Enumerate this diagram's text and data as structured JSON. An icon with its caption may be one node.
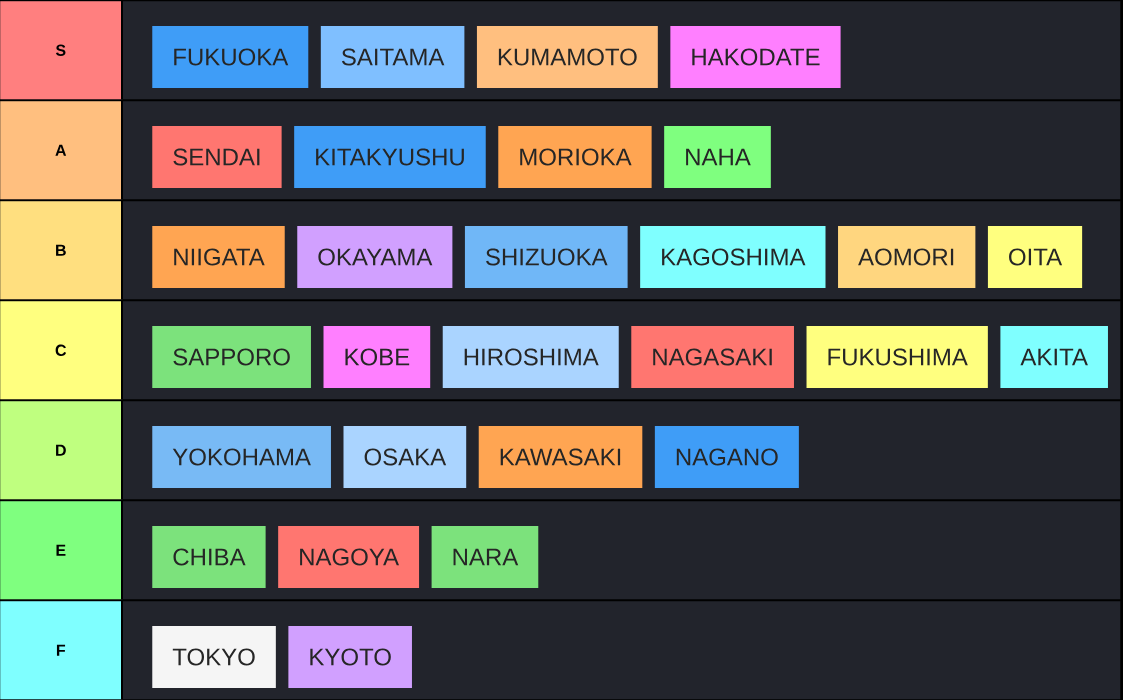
{
  "diagram": {
    "nodes": [
      {
        "text": [
          "S"
        ]
      },
      {
        "text": [
          "FUKUOKA"
        ],
        "in": 0
      },
      {
        "text": [
          "SAITAMA"
        ],
        "in": 0
      },
      {
        "text": [
          "KUMAMOTO"
        ],
        "in": 0
      },
      {
        "text": [
          "HAKODATE"
        ],
        "in": 0
      },
      {
        "text": [
          "A"
        ]
      },
      {
        "text": [
          "SENDAI"
        ],
        "in": 5
      },
      {
        "text": [
          "KITAKYUSHU"
        ],
        "in": 5
      },
      {
        "text": [
          "MORIOKA"
        ],
        "in": 5
      },
      {
        "text": [
          "NAHA"
        ],
        "in": 5
      },
      {
        "text": [
          "B"
        ]
      },
      {
        "text": [
          "NIIGATA"
        ],
        "in": 10
      },
      {
        "text": [
          "OKAYAMA"
        ],
        "in": 10
      },
      {
        "text": [
          "SHIZUOKA"
        ],
        "in": 10
      },
      {
        "text": [
          "KAGOSHIMA"
        ],
        "in": 10
      },
      {
        "text": [
          "AOMORI"
        ],
        "in": 10
      },
      {
        "text": [
          "OITA"
        ],
        "in": 10
      },
      {
        "text": [
          "C"
        ]
      },
      {
        "text": [
          "SAPPORO"
        ],
        "in": 17
      },
      {
        "text": [
          "KOBE"
        ],
        "in": 17
      },
      {
        "text": [
          "HIROSHIMA"
        ],
        "in": 17
      },
      {
        "text": [
          "NAGASAKI"
        ],
        "in": 17
      },
      {
        "text": [
          "FUKUSHIMA"
        ],
        "in": 17
      },
      {
        "text": [
          "AKITA"
        ],
        "in": 17
      },
      {
        "text": [
          "D"
        ]
      },
      {
        "text": [
          "YOKOHAMA"
        ],
        "in": 24
      },
      {
        "text": [
          "OSAKA"
        ],
        "in": 24
      },
      {
        "text": [
          "KAWASAKI"
        ],
        "in": 24
      },
      {
        "text": [
          "NAGANO"
        ],
        "in": 24
      },
      {
        "text": [
          "E"
        ]
      },
      {
        "text": [
          "CHIBA"
        ],
        "in": 29
      },
      {
        "text": [
          "NAGOYA"
        ],
        "in": 29
      },
      {
        "text": [
          "NARA"
        ],
        "in": 29
      },
      {
        "text": [
          "F"
        ]
      },
      {
        "text": [
          "TOKYO"
        ],
        "in": 33
      },
      {
        "text": [
          "KYOTO"
        ],
        "in": 33
      }
    ]
  }
}
